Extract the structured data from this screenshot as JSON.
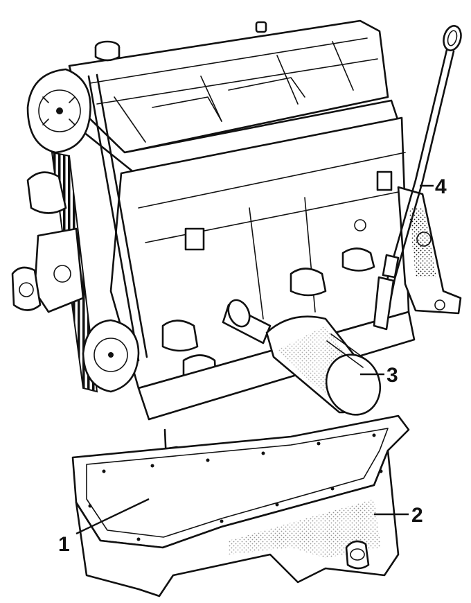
{
  "diagram": {
    "callouts": [
      {
        "id": "1",
        "text": "1"
      },
      {
        "id": "2",
        "text": "2"
      },
      {
        "id": "3",
        "text": "3"
      },
      {
        "id": "4",
        "text": "4"
      }
    ],
    "colors": {
      "ink": "#111111",
      "paper": "#ffffff"
    }
  }
}
